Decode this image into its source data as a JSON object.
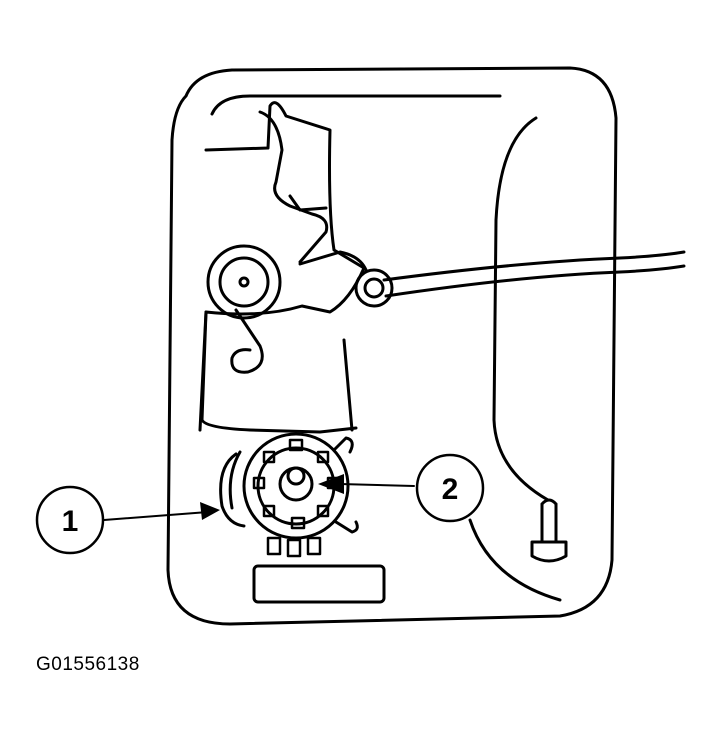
{
  "callouts": [
    {
      "number": "1"
    },
    {
      "number": "2"
    }
  ],
  "figure_id": "G01556138",
  "colors": {
    "ink": "#000000",
    "paper": "#ffffff"
  }
}
